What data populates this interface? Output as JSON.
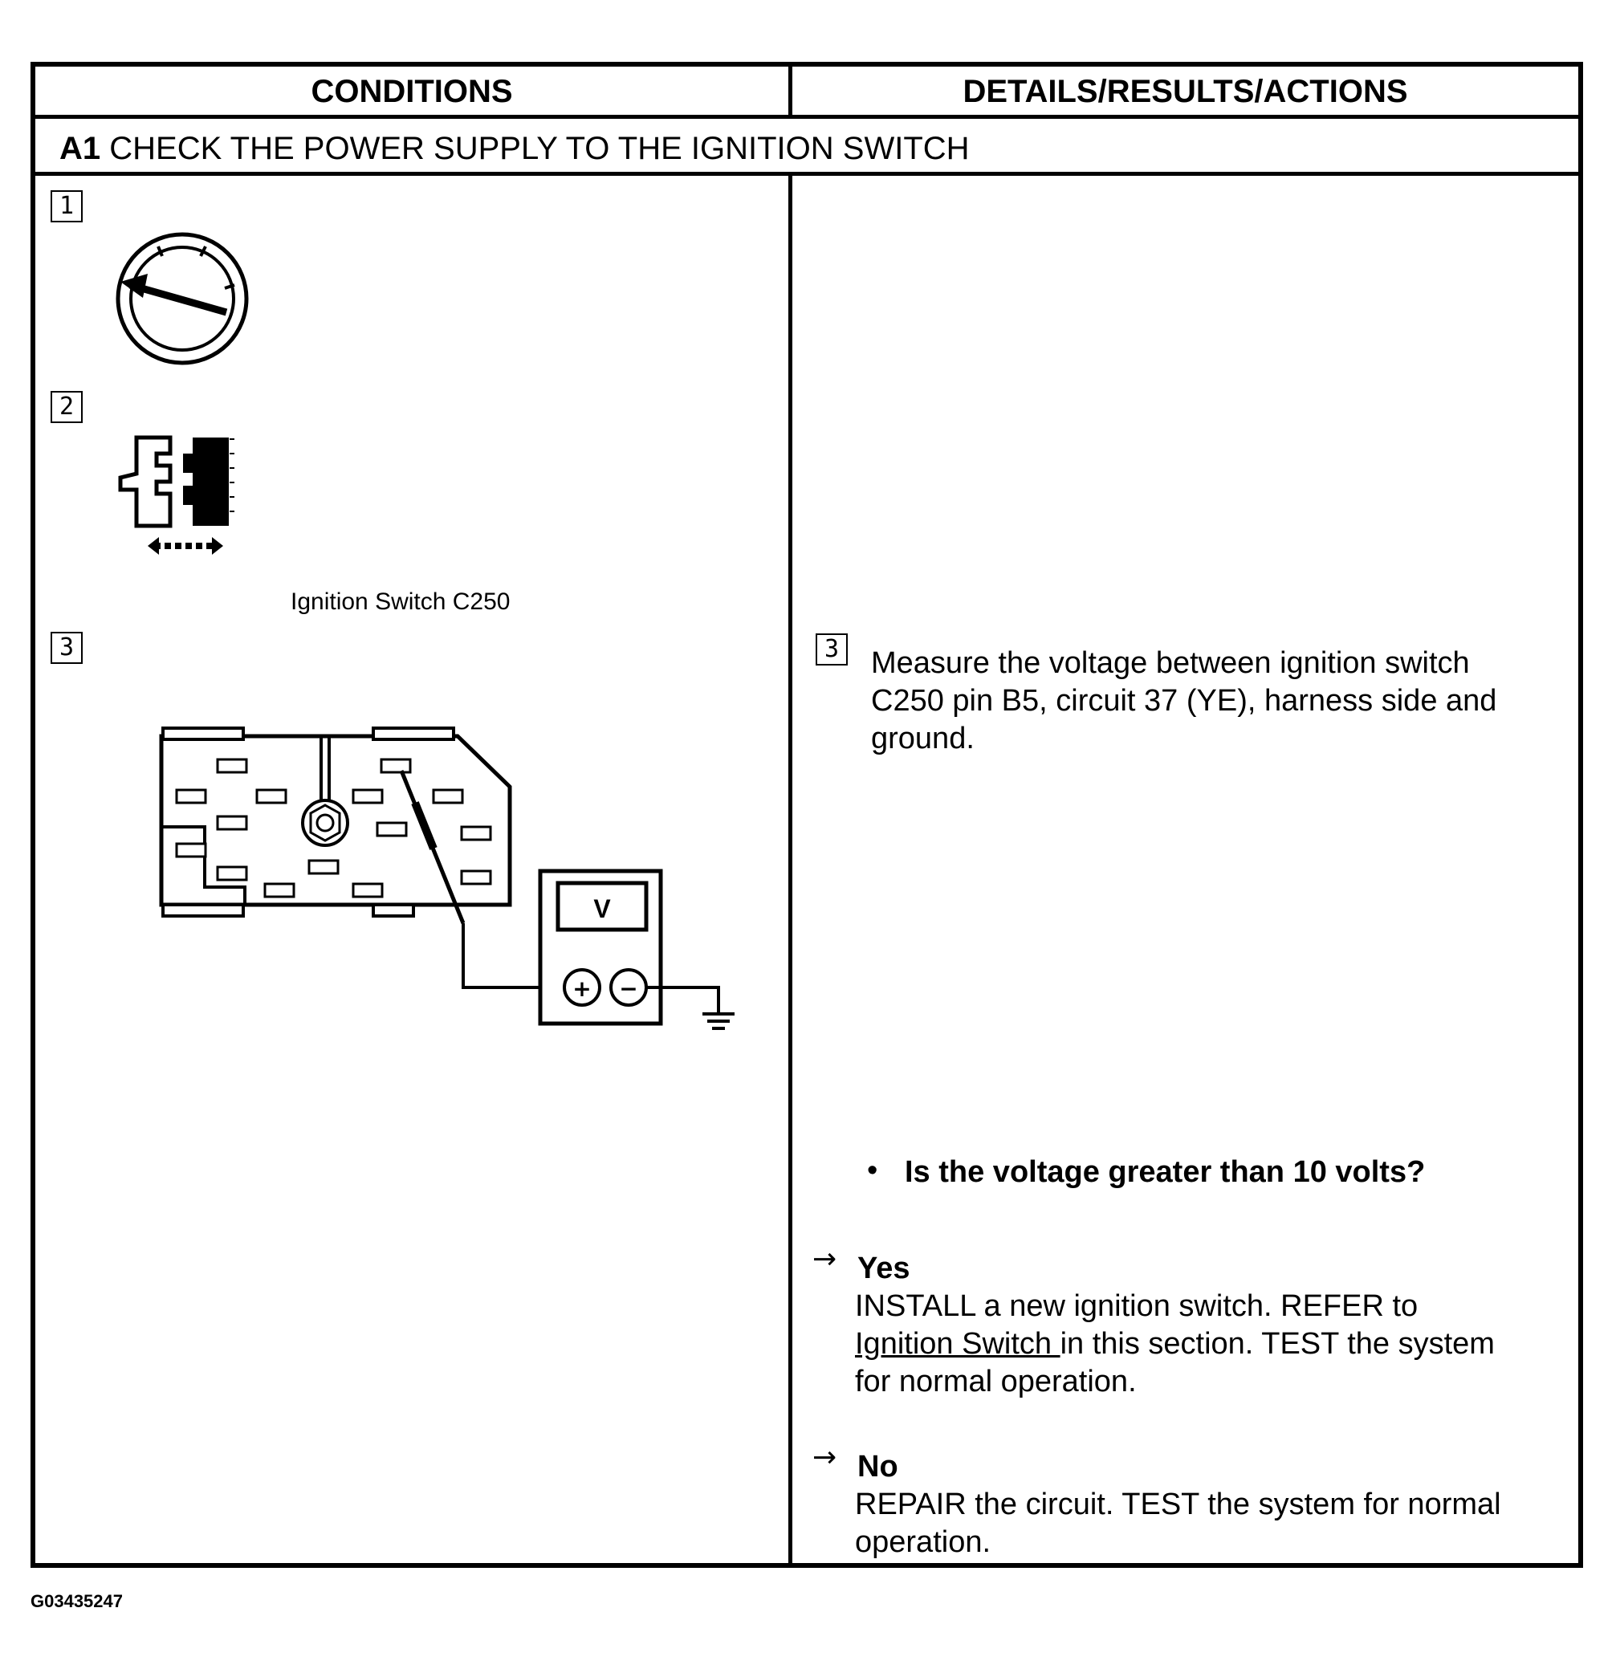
{
  "table": {
    "col_conditions": "CONDITIONS",
    "col_details": "DETAILS/RESULTS/ACTIONS"
  },
  "step": {
    "code": "A1",
    "title": "CHECK THE POWER SUPPLY TO THE IGNITION SWITCH"
  },
  "conditions": {
    "step1_num": "1",
    "step2_num": "2",
    "step2_caption": "Ignition Switch C250",
    "step3_num": "3",
    "meter_label": "V",
    "meter_plus": "+",
    "meter_minus": "−"
  },
  "details": {
    "step3_num": "3",
    "instruction_line1": "Measure the voltage between ignition switch",
    "instruction_line2": "C250 pin B5, circuit 37 (YE), harness side and",
    "instruction_line3": "ground.",
    "question": "Is the voltage greater than 10 volts?",
    "yes_label": "Yes",
    "yes_line1": "INSTALL a new ignition switch. REFER to",
    "yes_link": "Ignition Switch ",
    "yes_line2_rest": "in this section. TEST the system",
    "yes_line3": "for normal operation.",
    "no_label": "No",
    "no_line1": "REPAIR the circuit. TEST the system for normal",
    "no_line2": "operation."
  },
  "figure_id": "G03435247"
}
